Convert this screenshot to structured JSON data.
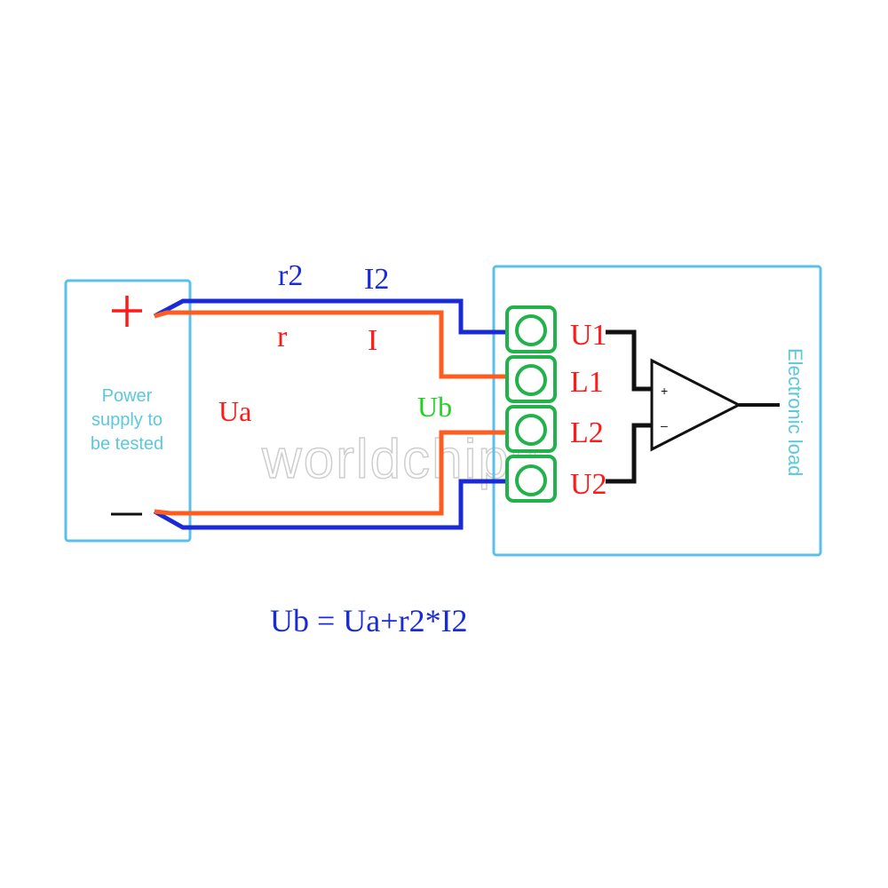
{
  "colors": {
    "box": "#5bbfea",
    "box_text": "#5bc8dc",
    "blue": "#1a2ad6",
    "orange": "#ff5c1f",
    "red": "#ff1a1a",
    "green": "#1fd21f",
    "terminal": "#22b24c",
    "black": "#111111"
  },
  "power_supply": {
    "label_line1": "Power",
    "label_line2": "supply to",
    "label_line3": "be tested",
    "plus": "+",
    "minus": "—"
  },
  "wires": {
    "r2": "r2",
    "I2": "I2",
    "r": "r",
    "I": "I",
    "Ua": "Ua",
    "Ub": "Ub"
  },
  "terminals": {
    "U1": "U1",
    "L1": "L1",
    "L2": "L2",
    "U2": "U2"
  },
  "load": {
    "label": "Electronic load",
    "plus": "+",
    "minus": "–"
  },
  "formula": "Ub = Ua+r2*I2",
  "watermark": "worldchips"
}
